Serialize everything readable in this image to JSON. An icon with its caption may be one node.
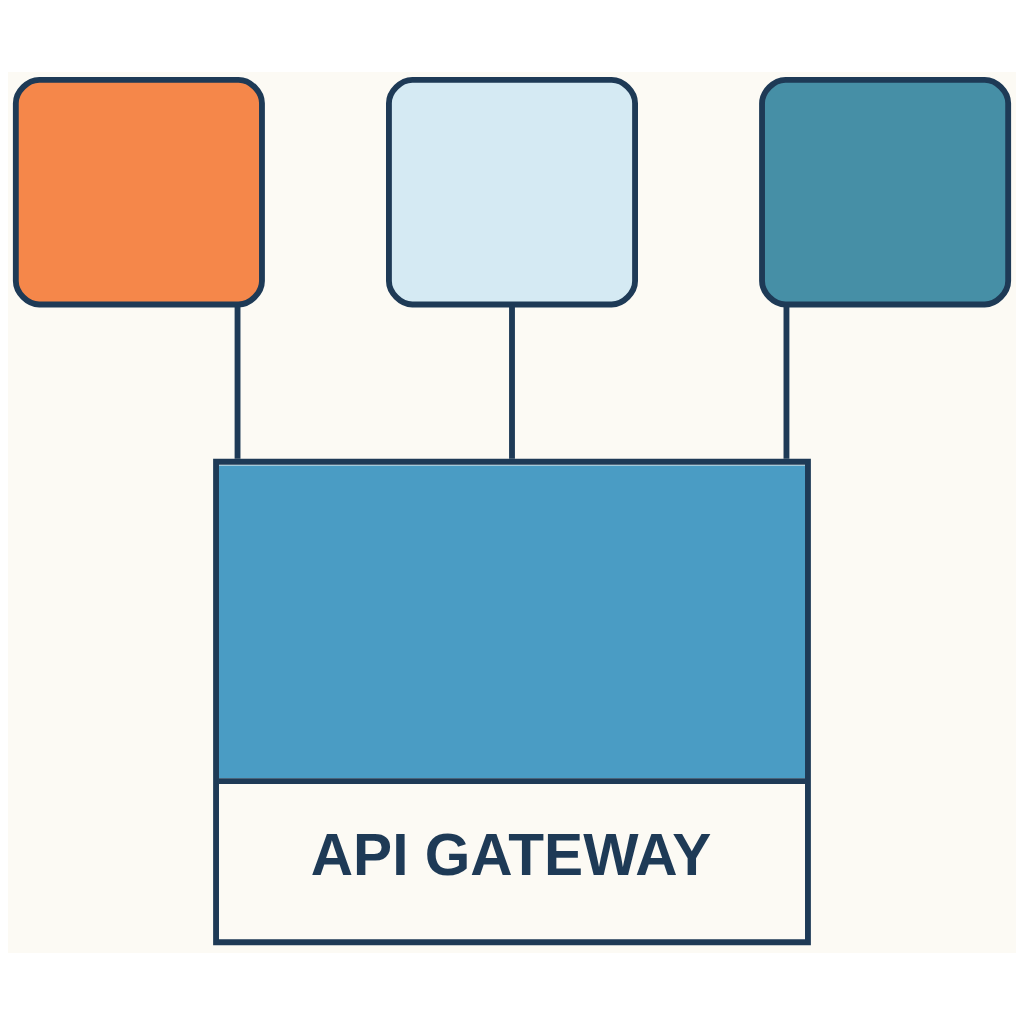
{
  "diagram": {
    "nodes": [
      {
        "text": [],
        "shape": "box"
      },
      {
        "text": [],
        "shape": "box"
      },
      {
        "text": [],
        "shape": "box"
      },
      {
        "text": [
          "API GATEWAY"
        ]
      }
    ],
    "edges": [
      {
        "from": 0,
        "to": 3,
        "arrow": "none"
      },
      {
        "from": 1,
        "to": 3,
        "arrow": "none"
      },
      {
        "from": 2,
        "to": 3,
        "arrow": "none"
      }
    ]
  }
}
